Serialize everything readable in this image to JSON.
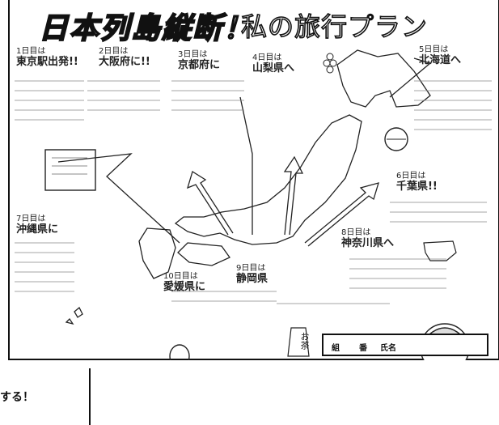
{
  "poster": {
    "title": "日本列島縦断！",
    "title_tail": "私の旅行プラン"
  },
  "notes": [
    {
      "tag": "1日目は",
      "place": "東京駅出発!!"
    },
    {
      "tag": "2日目は",
      "place": "大阪府に!!"
    },
    {
      "tag": "3日目は",
      "place": "京都府に"
    },
    {
      "tag": "4日目は",
      "place": "山梨県へ"
    },
    {
      "tag": "5日目は",
      "place": "北海道へ"
    },
    {
      "tag": "6日目は",
      "place": "千葉県!!"
    },
    {
      "tag": "7日目は",
      "place": "沖縄県に"
    },
    {
      "tag": "8日目は",
      "place": "神奈川県へ"
    },
    {
      "tag": "9日目は",
      "place": "静岡県"
    },
    {
      "tag": "10日目は",
      "place": "愛媛県に"
    }
  ],
  "name_box": {
    "class_label": "組",
    "number_label": "番",
    "name_label": "氏名"
  },
  "footer": {
    "text": "する！"
  },
  "labels": {
    "tea": "お茶"
  }
}
